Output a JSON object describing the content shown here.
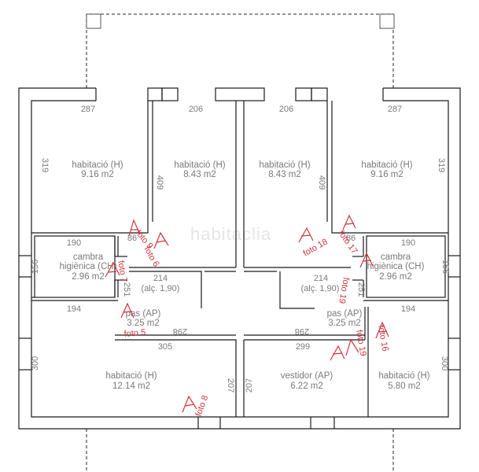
{
  "watermark": "habitaclia",
  "rooms": [
    {
      "id": "h1",
      "name": "habitació (H)",
      "area": "9.16 m2"
    },
    {
      "id": "h2",
      "name": "habitació (H)",
      "area": "8.43 m2"
    },
    {
      "id": "h3",
      "name": "habitació (H)",
      "area": "8.43 m2"
    },
    {
      "id": "h4",
      "name": "habitació (H)",
      "area": "9.16 m2"
    },
    {
      "id": "ch1",
      "name": "cambra",
      "name2": "higiènica (CH)",
      "area": "2.96 m2"
    },
    {
      "id": "ch2",
      "name": "cambra",
      "name2": "higiènica (CH)",
      "area": "2.96 m2"
    },
    {
      "id": "pas1",
      "name": "pas (AP)",
      "area": "3.25 m2"
    },
    {
      "id": "pas2",
      "name": "pas (AP)",
      "area": "3.25 m2"
    },
    {
      "id": "h5",
      "name": "habitació (H)",
      "area": "12.14 m2"
    },
    {
      "id": "vest",
      "name": "vestidor (AP)",
      "area": "6.22 m2"
    },
    {
      "id": "h6",
      "name": "habitació (H)",
      "area": "5.80 m2"
    }
  ],
  "dimensions": {
    "d287a": "287",
    "d206a": "206",
    "d206b": "206",
    "d287b": "287",
    "d319a": "319",
    "d409a": "409",
    "d409b": "409",
    "d319b": "319",
    "d190a": "190",
    "d86a": "86",
    "d86b": "86",
    "d190b": "190",
    "d156a": "156",
    "d156b": "156",
    "d214a": "214",
    "d214b": "214",
    "alca": "(alç. 1,90)",
    "alcb": "(alç. 1,90)",
    "d251a": "251",
    "d251b": "251",
    "d194a": "194",
    "d194b": "194",
    "d298a": "298",
    "d298b": "298",
    "d305": "305",
    "d299": "299",
    "d300a": "300",
    "d300b": "300",
    "d207a": "207",
    "d207b": "207"
  },
  "photos": {
    "f5": "foto 5",
    "f6": "foto 6",
    "f7": "foto 7",
    "f8": "foto 8",
    "f9": "foto 9",
    "f16": "foto 16",
    "f17": "foto 17",
    "f18": "foto 18",
    "f19": "foto 19",
    "f19b": "foto 19"
  }
}
